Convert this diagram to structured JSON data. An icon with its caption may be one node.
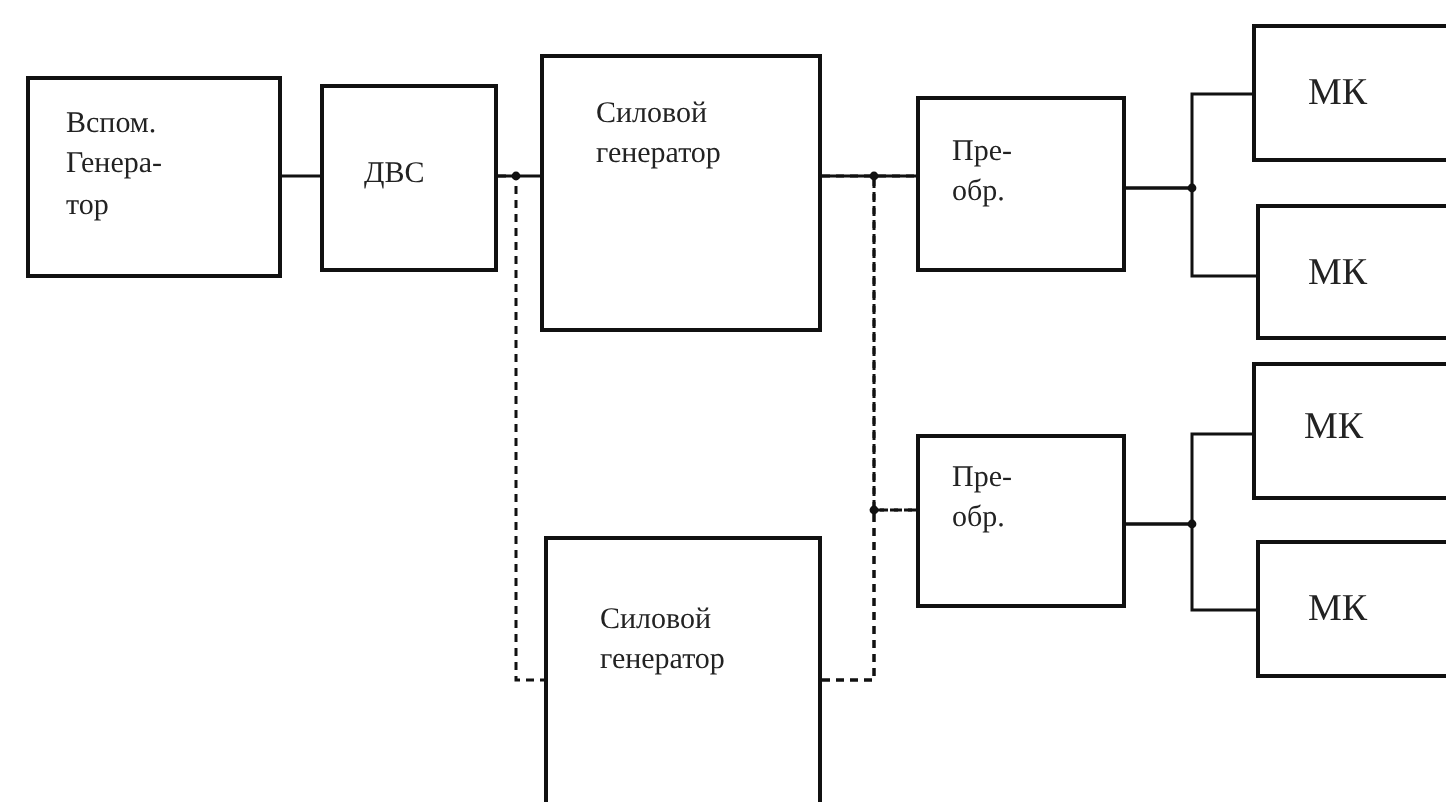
{
  "diagram": {
    "nodes": [
      {
        "text": [
          "Вспом. Генера-тор"
        ]
      },
      {
        "text": [
          "ДВС"
        ]
      },
      {
        "text": [
          "Силовой генератор"
        ]
      },
      {
        "text": [
          "Пре-обр."
        ]
      },
      {
        "text": [
          "МК"
        ]
      },
      {
        "text": [
          "МК"
        ]
      },
      {
        "text": [
          "Силовой генератор"
        ]
      },
      {
        "text": [
          "Пре-обр."
        ]
      },
      {
        "text": [
          "МК"
        ]
      },
      {
        "text": [
          "МК"
        ]
      }
    ],
    "edges": [
      {
        "from": 0,
        "to": 1,
        "arrow": "none"
      },
      {
        "from": 1,
        "to": 2,
        "arrow": "none"
      },
      {
        "from": 1,
        "to": 6,
        "arrow": "none",
        "style": "dashed"
      },
      {
        "from": 2,
        "to": 3,
        "arrow": "none"
      },
      {
        "from": 6,
        "to": 3,
        "arrow": "none",
        "style": "dashed"
      },
      {
        "from": 2,
        "to": 7,
        "arrow": "none",
        "style": "dashed"
      },
      {
        "from": 6,
        "to": 7,
        "arrow": "none",
        "style": "dashed"
      },
      {
        "from": 3,
        "to": 4,
        "arrow": "none"
      },
      {
        "from": 3,
        "to": 5,
        "arrow": "none"
      },
      {
        "from": 7,
        "to": 8,
        "arrow": "none"
      },
      {
        "from": 7,
        "to": 9,
        "arrow": "none"
      }
    ]
  }
}
